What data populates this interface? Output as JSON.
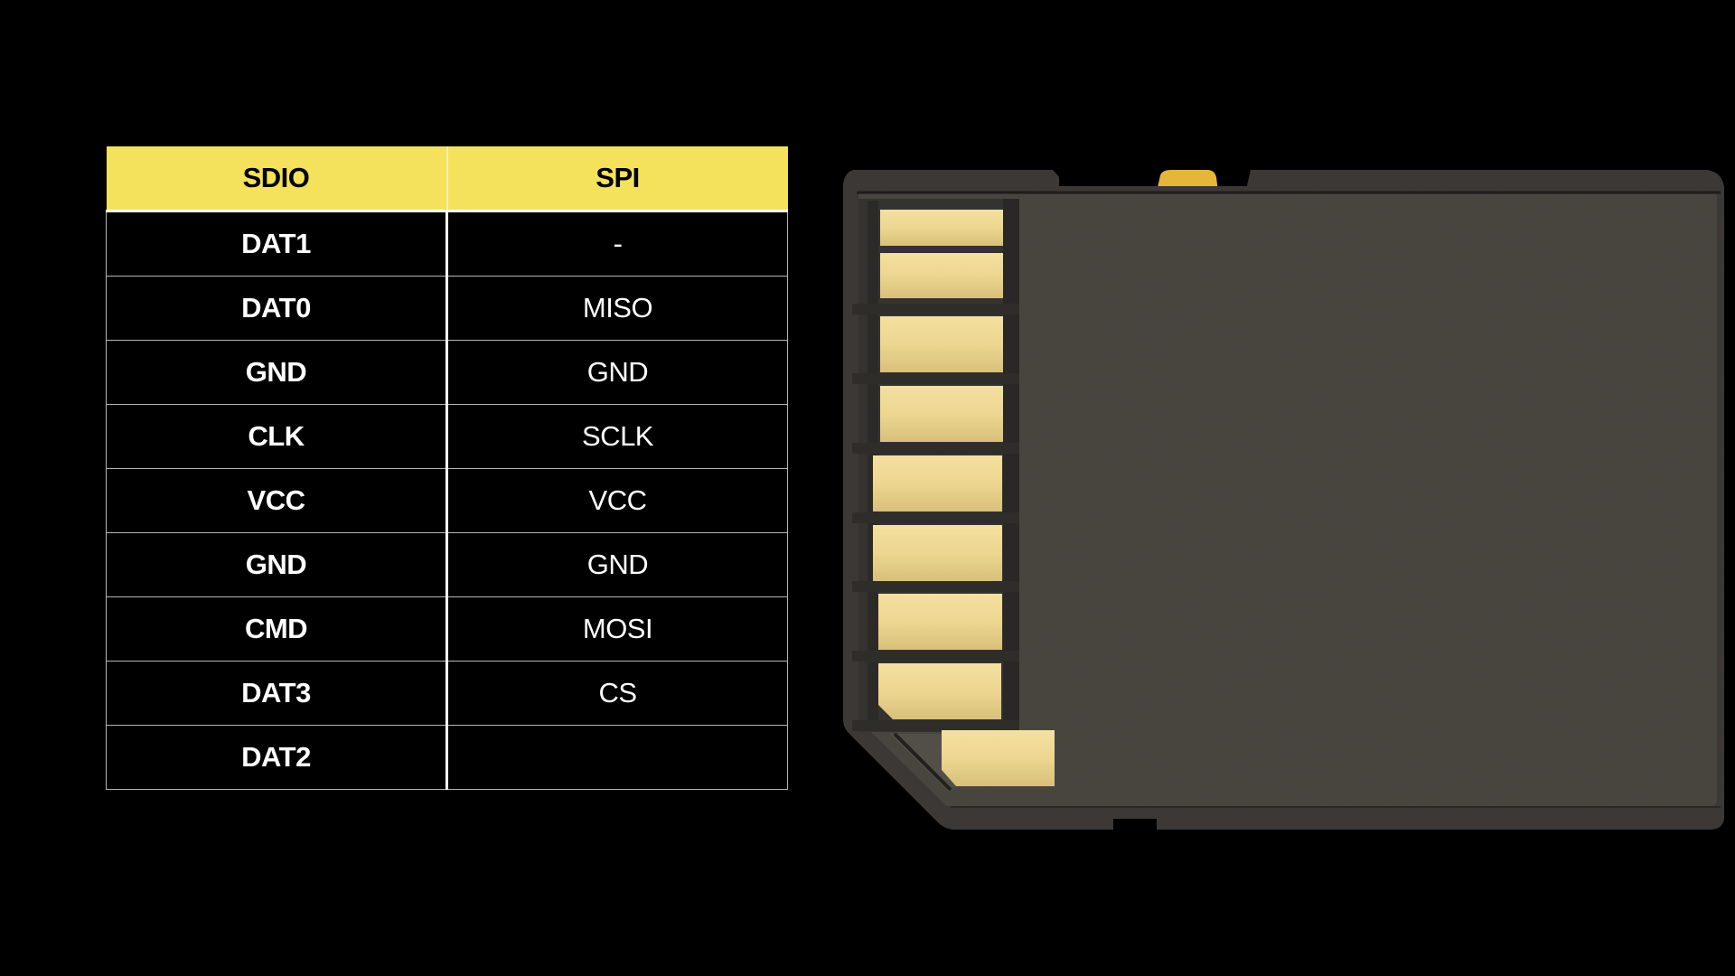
{
  "colors": {
    "header_yellow": "#f4e15c",
    "background": "#000000",
    "card_body": "#46433e",
    "card_rim": "#3a3834",
    "pin_gold": "#ecd690",
    "lock_tab": "#e8b93a"
  },
  "table": {
    "headers": [
      "SDIO",
      "SPI"
    ],
    "rows": [
      {
        "sdio": "DAT1",
        "spi": "-"
      },
      {
        "sdio": "DAT0",
        "spi": "MISO"
      },
      {
        "sdio": "GND",
        "spi": "GND"
      },
      {
        "sdio": "CLK",
        "spi": "SCLK"
      },
      {
        "sdio": "VCC",
        "spi": "VCC"
      },
      {
        "sdio": "GND",
        "spi": "GND"
      },
      {
        "sdio": "CMD",
        "spi": "MOSI"
      },
      {
        "sdio": "DAT3",
        "spi": "CS"
      },
      {
        "sdio": "DAT2",
        "spi": ""
      }
    ]
  },
  "image": {
    "subject": "SD card back side with gold contact pins",
    "pin_count": 9
  }
}
